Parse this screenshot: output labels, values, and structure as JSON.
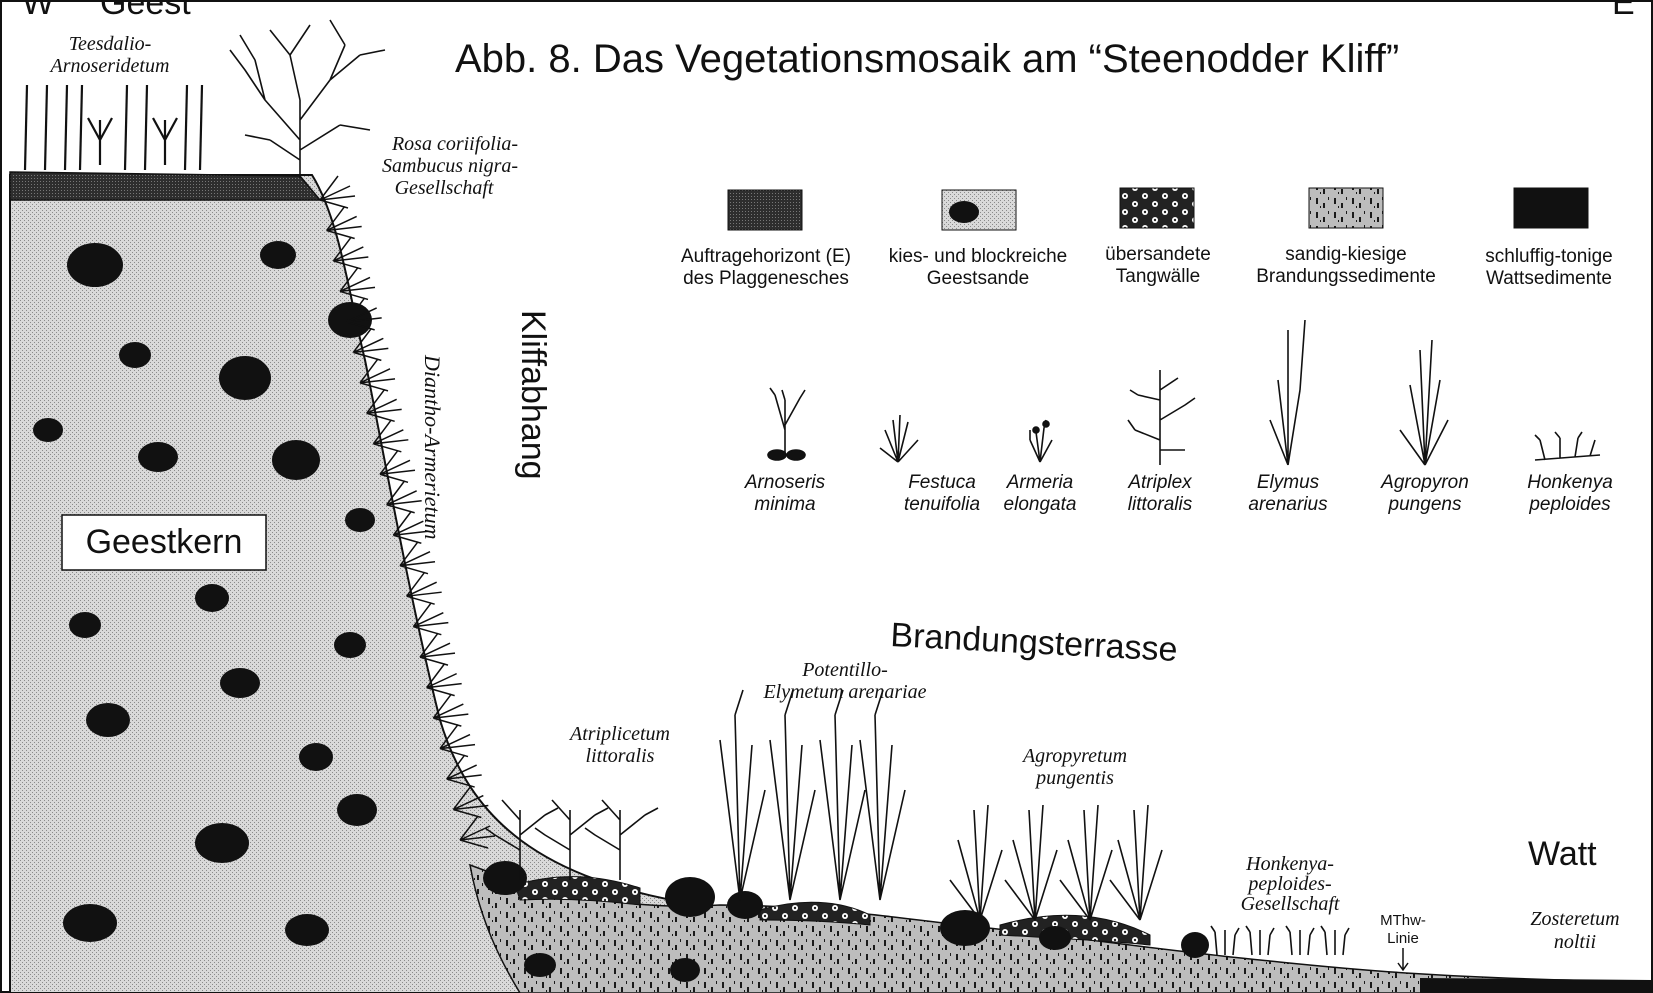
{
  "corner_labels": {
    "west": "W",
    "geest": "Geest",
    "east": "E"
  },
  "title": "Abb. 8. Das Vegetationsmosaik am “Steenodder Kliff”",
  "legend_units": [
    {
      "line1": "Auftragehorizont (E)",
      "line2": "des Plaggenesches",
      "swatch": "plaggen"
    },
    {
      "line1": "kies- und blockreiche",
      "line2": "Geestsande",
      "swatch": "blocks"
    },
    {
      "line1": "übersandete",
      "line2": "Tangwälle",
      "swatch": "tang"
    },
    {
      "line1": "sandig-kiesige",
      "line2": "Brandungssedimente",
      "swatch": "brandung"
    },
    {
      "line1": "schluffig-tonige",
      "line2": "Wattsedimente",
      "swatch": "watt"
    }
  ],
  "legend_species": [
    {
      "line1": "Arnoseris",
      "line2": "minima",
      "icon": "arnoseris-icon"
    },
    {
      "line1": "Festuca",
      "line2": "tenuifolia",
      "icon": "festuca-icon"
    },
    {
      "line1": "Armeria",
      "line2": "elongata",
      "icon": "armeria-icon"
    },
    {
      "line1": "Atriplex",
      "line2": "littoralis",
      "icon": "atriplex-icon"
    },
    {
      "line1": "Elymus",
      "line2": "arenarius",
      "icon": "elymus-icon"
    },
    {
      "line1": "Agropyron",
      "line2": "pungens",
      "icon": "agropyron-icon"
    },
    {
      "line1": "Honkenya",
      "line2": "peploides",
      "icon": "honkenya-icon"
    }
  ],
  "zones": {
    "geestkern": "Geestkern",
    "kliffabhang": "Kliffabhang",
    "brandungsterrasse": "Brandungsterrasse",
    "watt": "Watt"
  },
  "communities": {
    "teesdalio": [
      "Teesdalio-",
      "Arnoseridetum"
    ],
    "rosa": [
      "Rosa coriifolia-",
      "Sambucus nigra-",
      "Gesellschaft"
    ],
    "diantho": "Diantho-Armerietum",
    "atriplicetum": [
      "Atriplicetum",
      "littoralis"
    ],
    "potentillo": [
      "Potentillo-",
      "Elymetum arenariae"
    ],
    "agropyretum": [
      "Agropyretum",
      "pungentis"
    ],
    "honkenya": [
      "Honkenya-",
      "peploides-",
      "Gesellschaft"
    ],
    "zosteretum": [
      "Zosteretum",
      "noltii"
    ]
  },
  "mthw": [
    "MThw-",
    "Linie"
  ],
  "colors": {
    "ink": "#111111",
    "sand": "#cfcfcf",
    "plaggen": "#3a3a3a",
    "paper": "#ffffff"
  }
}
